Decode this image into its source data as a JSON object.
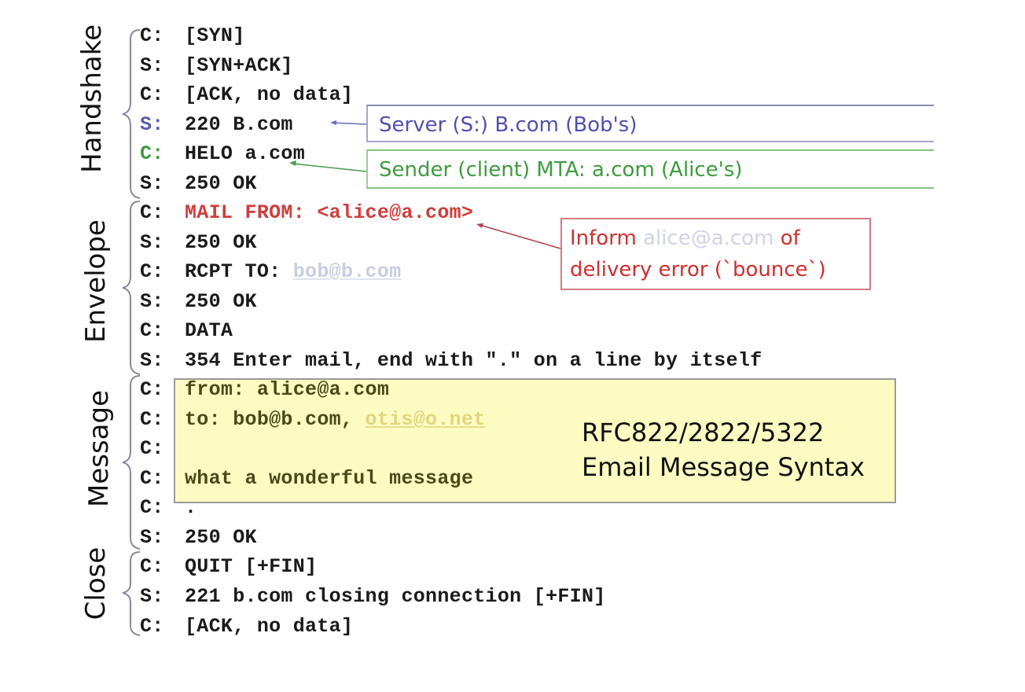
{
  "sections": [
    {
      "label": "Handshake"
    },
    {
      "label": "Envelope"
    },
    {
      "label": "Message"
    },
    {
      "label": "Close"
    }
  ],
  "lines": [
    {
      "prefix": "C:",
      "content": "[SYN]"
    },
    {
      "prefix": "S:",
      "content": "[SYN+ACK]"
    },
    {
      "prefix": "C:",
      "content": "[ACK, no data]"
    },
    {
      "prefix": "S:",
      "content": "220 B.com"
    },
    {
      "prefix": "C:",
      "content": "HELO a.com"
    },
    {
      "prefix": "S:",
      "content": "250 OK"
    },
    {
      "prefix": "C:",
      "content": "MAIL FROM: <alice@a.com>"
    },
    {
      "prefix": "S:",
      "content": "250 OK"
    },
    {
      "prefix": "C:",
      "content": "RCPT TO: ",
      "link": "bob@b.com"
    },
    {
      "prefix": "S:",
      "content": "250 OK"
    },
    {
      "prefix": "C:",
      "content": "DATA"
    },
    {
      "prefix": "S:",
      "content": "354 Enter mail, end with \".\" on a line by itself"
    },
    {
      "prefix": "C:",
      "content": "from: alice@a.com"
    },
    {
      "prefix": "C:",
      "content": "to: bob@b.com, ",
      "link": "otis@o.net"
    },
    {
      "prefix": "C:",
      "content": ""
    },
    {
      "prefix": "C:",
      "content": "what a wonderful message"
    },
    {
      "prefix": "C:",
      "content": "."
    },
    {
      "prefix": "S:",
      "content": "250 OK"
    },
    {
      "prefix": "C:",
      "content": "QUIT [+FIN]"
    },
    {
      "prefix": "S:",
      "content": "221 b.com closing connection [+FIN]"
    },
    {
      "prefix": "C:",
      "content": "[ACK, no data]"
    }
  ],
  "callouts": {
    "server": "Server (S:) B.com (Bob's)",
    "sender": "Sender (client) MTA: a.com (Alice's)",
    "bounce": {
      "line1_prefix": "Inform ",
      "line1_link": "alice@a.com",
      "line1_suffix": " of",
      "line2": "delivery error (`bounce`)"
    },
    "rfc": {
      "line1": "RFC822/2822/5322",
      "line2": "Email Message Syntax"
    }
  },
  "colors": {
    "server_blue": "#5050b0",
    "client_green": "#3e9b3e",
    "envelope_red": "#d23b3b",
    "message_yellow": "#fbfbc2"
  }
}
